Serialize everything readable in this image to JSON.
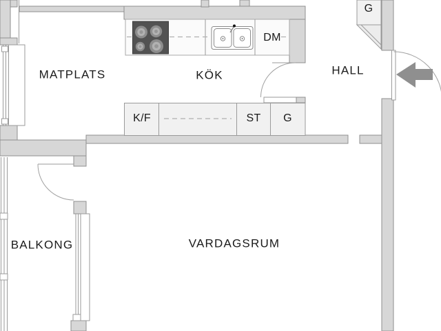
{
  "plan": {
    "rooms": {
      "matplats": "MATPLATS",
      "kok": "KÖK",
      "hall": "HALL",
      "balkong": "BALKONG",
      "vardagsrum": "VARDAGSRUM"
    },
    "fixtures": {
      "dishwasher": "DM",
      "fridge_freezer": "K/F",
      "cleaning_cabinet": "ST",
      "kitchen_wardrobe": "G",
      "hall_wardrobe": "G"
    },
    "icons": {
      "stove": "stove-icon",
      "sink": "sink-icon",
      "entrance_arrow": "entrance-arrow-icon",
      "doors": "door-swing-icon",
      "windows": "window-icon"
    },
    "colors": {
      "wall": "#d7d7d7",
      "wall_outline": "#8f8f8f",
      "cabinet": "#f1f1f1",
      "stove": "#525252",
      "burner": "#909090",
      "arrow": "#8f8f8f",
      "text": "#1a1a1a"
    }
  }
}
